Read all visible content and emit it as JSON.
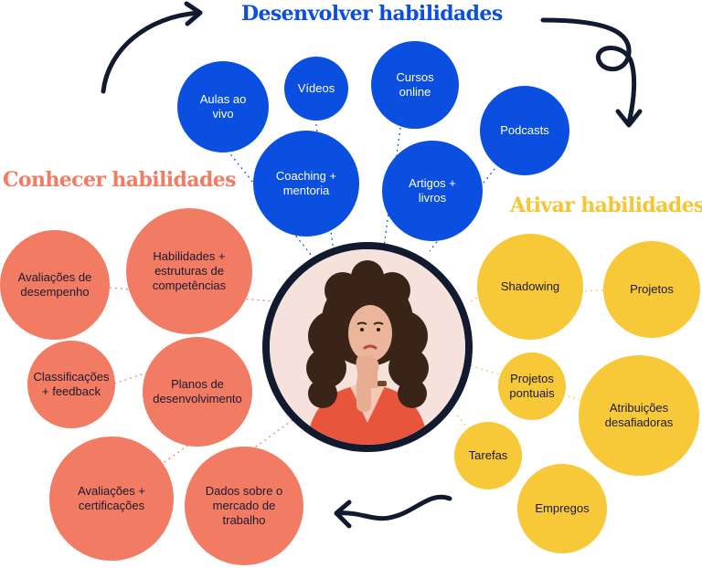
{
  "titles": {
    "develop": "Desenvolver habilidades",
    "know": "Conhecer habilidades",
    "activate": "Ativar habilidades"
  },
  "develop": {
    "live_classes": "Aulas ao vivo",
    "videos": "Vídeos",
    "online_courses": "Cursos online",
    "podcasts": "Podcasts",
    "coaching": "Coaching + mentoria",
    "articles": "Artigos + livros"
  },
  "know": {
    "performance_reviews": "Avaliações de desempenho",
    "skills_frameworks": "Habilidades + estruturas de competências",
    "ratings": "Classificações + feedback",
    "development_plans": "Planos de desenvolvimento",
    "certifications": "Avaliações + certificações",
    "market_data": "Dados sobre o mercado de trabalho"
  },
  "activate": {
    "shadowing": "Shadowing",
    "projects": "Projetos",
    "spot_projects": "Projetos pontuais",
    "stretch_assignments": "Atribuições desafiadoras",
    "tasks": "Tarefas",
    "jobs": "Empregos"
  },
  "colors": {
    "develop": "#0a4fe0",
    "know": "#f27b63",
    "activate": "#f7c838",
    "arrow": "#111a2e",
    "portrait_ring": "#111a2e"
  },
  "icons": {
    "arrow_top_left": "curved-arrow-icon",
    "arrow_top_right": "looped-arrow-icon",
    "arrow_bottom": "wavy-arrow-icon",
    "center": "thinking-person-illustration"
  }
}
